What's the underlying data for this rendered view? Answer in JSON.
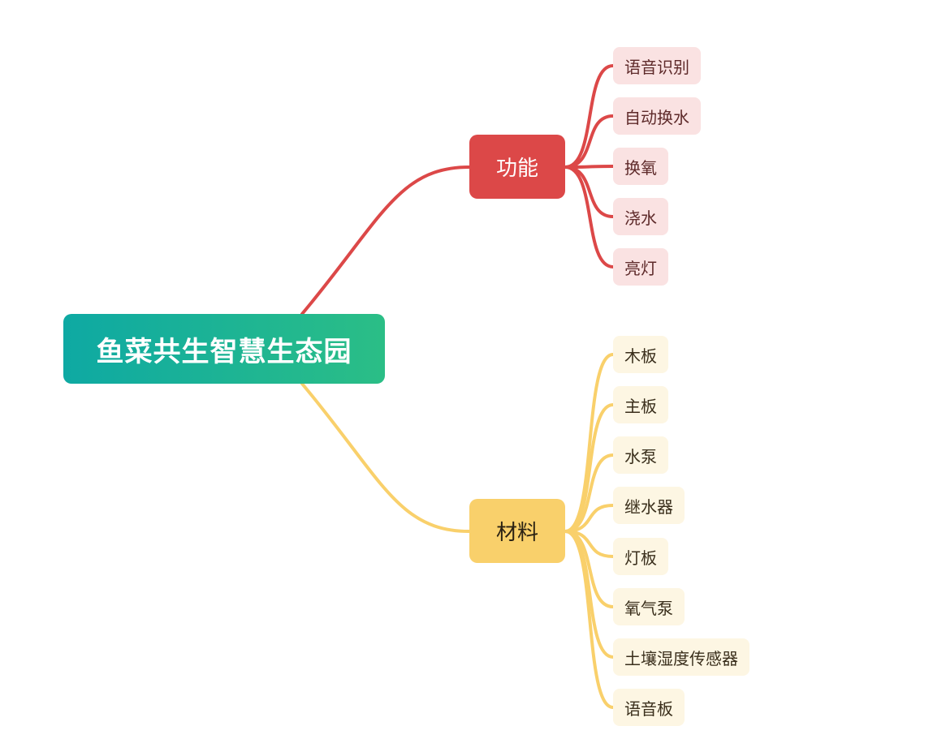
{
  "root": {
    "label": "鱼菜共生智慧生态园",
    "gradient_start": "#0ea9a3",
    "gradient_end": "#2bbe86"
  },
  "branches": [
    {
      "label": "功能",
      "color": "#dc4848",
      "leaf_bg": "#fae2e2",
      "children": [
        "语音识别",
        "自动换水",
        "换氧",
        "浇水",
        "亮灯"
      ]
    },
    {
      "label": "材料",
      "color": "#f9d06b",
      "leaf_bg": "#fdf6e3",
      "children": [
        "木板",
        "主板",
        "水泵",
        "继水器",
        "灯板",
        "氧气泵",
        "土壤湿度传感器",
        "语音板"
      ]
    }
  ]
}
